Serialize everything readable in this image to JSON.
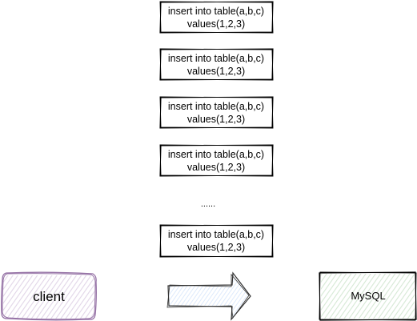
{
  "statements": [
    {
      "line1": "insert into table(a,b,c)",
      "line2": "values(1,2,3)"
    },
    {
      "line1": "insert into table(a,b,c)",
      "line2": "values(1,2,3)"
    },
    {
      "line1": "insert into table(a,b,c)",
      "line2": "values(1,2,3)"
    },
    {
      "line1": "insert into table(a,b,c)",
      "line2": "values(1,2,3)"
    },
    {
      "line1": "insert into table(a,b,c)",
      "line2": "values(1,2,3)"
    }
  ],
  "ellipsis": "......",
  "client": {
    "label": "client",
    "fill": "#e1d5e7",
    "stroke": "#9673a6"
  },
  "mysql": {
    "label": "MySQL",
    "fill": "#d5e8d4",
    "stroke": "#82b366"
  },
  "arrow": {
    "fill": "#dae8fc",
    "stroke": "#333333",
    "direction": "right"
  }
}
